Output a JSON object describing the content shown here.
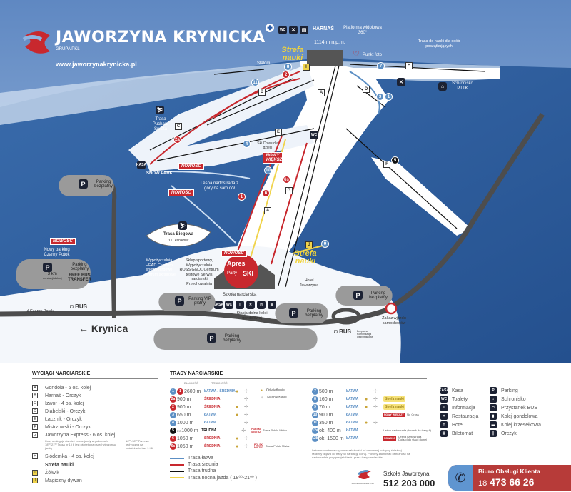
{
  "brand": {
    "title": "JAWORZYNA KRYNICKA",
    "subtitle": "GRUPA PKL",
    "url": "www.jaworzynakrynicka.pl"
  },
  "colors": {
    "sky": "#6f95c9",
    "forest": "#2f5f9e",
    "snow": "#ffffff",
    "trail_easy": "#5c8fc4",
    "trail_medium": "#c8282e",
    "trail_hard": "#111111",
    "trail_night": "#f0d34a",
    "accent_red": "#c8282e",
    "dark_icon": "#1c2233"
  },
  "map": {
    "summit": {
      "altitude": "1114 m n.p.m.",
      "platform": "Platforma widokowa 360°",
      "harnas_logo": "HARNAŚ",
      "photo_point": "Punkt foto"
    },
    "top_icons": [
      "WC",
      "restaurant-icon",
      "ticket-machine-icon"
    ],
    "labels": {
      "slalom": "Slalom",
      "learn_trail": "Trasa do nauki dla osób początkujących",
      "shelter": "Schronisko PTTK",
      "world_cup": "Trasa Pucharu Świata",
      "snow_park": "SNOW PARK",
      "ski_cross": "Ski Cross dla dzieci",
      "forest_trail": "Leśna nartostrada z góry na sam dół",
      "xc_trail": "Trasa Biegowa",
      "xc_trail_name": "\"U Leśników\"",
      "rental_left": "Wypożyczalnia HEAD Centrum snowboardowe Centrum skiturowe",
      "shop": "Sklep sportowy, Wypożyczalnia ROSSIGNOL Centrum testowe Serwis narciarski Przechowalnia",
      "apres": "Apres",
      "apres_party": "Party",
      "apres_ski": "SKI",
      "ski_school": "Szkoła narciarska",
      "hotel": "Hotel Jaworzyna",
      "lower_station": "Stacja dolna kolei gondolowej",
      "new_parking": "Nowy parking Czarny Potok",
      "street": "ul.Czarny Potok",
      "town": "Krynica",
      "no_cars": "Zakaz wjazdu samochodów",
      "bus": "BUS",
      "bus_sub": "Bezpłatna Komunikacja Uzdrowiskowa",
      "strefa": "Strefa nauki",
      "new": "NOWOŚĆ",
      "new_bigger": "NOWY WIĘKSZY",
      "free_bus_km": "3 km",
      "free_bus_sub": "do stacji dolnej",
      "free_bus": "FREE BUS TRANSFER"
    },
    "parkings": {
      "free": "Parking bezpłatny",
      "vip": "Parking VIP płatny"
    },
    "station_icons": [
      "KASA",
      "WC",
      "i",
      "✕",
      "H",
      "▤"
    ]
  },
  "legend": {
    "lifts_title": "WYCIĄGI NARCIARSKIE",
    "lifts": [
      {
        "key": "A",
        "name": "Gondola - 6 os. kolej"
      },
      {
        "key": "B",
        "name": "Harnaś - Orczyk"
      },
      {
        "key": "C",
        "name": "Izwór - 4 os. kolej"
      },
      {
        "key": "D",
        "name": "Diabelski - Orczyk"
      },
      {
        "key": "E",
        "name": "Łacznik - Orczyk"
      },
      {
        "key": "F",
        "name": "Mistrzowski - Orczyk"
      },
      {
        "key": "G",
        "name": "Jaworzyna Express - 6 os. kolej"
      },
      {
        "key": "H",
        "name": "Siódemka - 4 os. kolej"
      }
    ],
    "lift_note": "Kolej obsługuje również nocne jazdy w godzinach 18⁰⁰-21⁰⁰ Trasa nr 1 i 6 jest oświetlona przed wieczorną jazdą",
    "lift_note2": "16⁰⁰-18⁰⁰ Przerwa techniczna na naśnieżanie tras 1 i 6",
    "learning_title": "Strefa nauki",
    "learning": [
      {
        "key": "I",
        "name": "Żółwik"
      },
      {
        "key": "J",
        "name": "Magiczny dywan"
      }
    ],
    "trails_title": "TRASY NARCIARSKIE",
    "col_length": "DŁUGOŚĆ",
    "col_difficulty": "TRUDNOŚĆ",
    "lit_label": "Oświetlenie",
    "snow_label": "Naśnieżanie",
    "trails_left": [
      {
        "no": "1",
        "no2": "1",
        "len": "2600 m",
        "diff": "ŁATWA / ŚREDNIA",
        "color": "#5c8fc4",
        "lit": true,
        "snow": true
      },
      {
        "no": "2a",
        "len": "900 m",
        "diff": "ŚREDNIA",
        "color": "#c8282e",
        "lit": false,
        "snow": true
      },
      {
        "no": "2",
        "len": "900 m",
        "diff": "ŚREDNIA",
        "color": "#c8282e",
        "lit": true,
        "snow": true
      },
      {
        "no": "3",
        "len": "650 m",
        "diff": "ŁATWA",
        "color": "#5c8fc4",
        "lit": true,
        "snow": true
      },
      {
        "no": "4",
        "len": "1000 m",
        "diff": "ŁATWA",
        "color": "#5c8fc4",
        "lit": false,
        "snow": true
      },
      {
        "no": "5",
        "fis": "FIS",
        "len": "1000 m",
        "diff": "TRUDNA",
        "color": "#111111",
        "lit": false,
        "snow": true,
        "note": "Trasa Polski Mistrz"
      },
      {
        "no": "6",
        "len": "1050 m",
        "diff": "ŚREDNIA",
        "color": "#c8282e",
        "lit": true,
        "snow": true
      },
      {
        "no": "6s",
        "len": "1050 m",
        "diff": "ŚREDNIA",
        "color": "#c8282e",
        "lit": true,
        "snow": true,
        "note": "Trasa Polski Mistrz"
      }
    ],
    "trails_right": [
      {
        "no": "7",
        "len": "500 m",
        "diff": "ŁATWA",
        "lit": false,
        "snow": true
      },
      {
        "no": "8",
        "len": "160 m",
        "diff": "ŁATWA",
        "lit": true,
        "snow": true,
        "tag": "Strefa nauki"
      },
      {
        "no": "9",
        "len": "70 m",
        "diff": "ŁATWA",
        "lit": true,
        "snow": true,
        "tag": "Strefa nauki"
      },
      {
        "no": "10",
        "len": "900 m",
        "diff": "ŁATWA",
        "lit": false,
        "snow": false,
        "badge": "NOWY WIĘKSZY",
        "note": "Ski Cross"
      },
      {
        "no": "11",
        "len": "350 m",
        "diff": "ŁATWA",
        "lit": true,
        "snow": true
      },
      {
        "no": "12a",
        "len": "ok. 400 m",
        "diff": "ŁATWA",
        "lit": false,
        "snow": false,
        "note": "Leśna nartostrada (łącznik do trasy 4)"
      },
      {
        "no": "12b",
        "len": "ok. 1500 m",
        "diff": "ŁATWA",
        "lit": false,
        "snow": false,
        "badge": "NOWOŚĆ",
        "note": "Leśna nartostrada Dojazd do stacji dolnej"
      }
    ],
    "polski_mistrz_logo": "POLSKI MISTRZ",
    "forest_note": "Leśna nartostrada czynna w zależności od naturalnej pokrywy śnieżnej. Możliwy dojazd do trasy 4 i na stację dolną. Prosimy zachować ostrożność na nartostradzie przy przejeżdżaniu przez trasy narciarskie.",
    "line_types": [
      {
        "label": "Trasa łatwa",
        "color": "#5c8fc4"
      },
      {
        "label": "Trasa średnia",
        "color": "#c8282e"
      },
      {
        "label": "Trasa trudna",
        "color": "#111111"
      },
      {
        "label": "Trasa nocna jazda ( 18⁰⁰-21⁰⁰ )",
        "color": "#f0d34a"
      }
    ],
    "facilities_left": [
      {
        "icon": "KASA",
        "label": "Kasa"
      },
      {
        "icon": "WC",
        "label": "Toalety"
      },
      {
        "icon": "i",
        "label": "Informacja"
      },
      {
        "icon": "✕",
        "label": "Restauracja"
      },
      {
        "icon": "H",
        "label": "Hotel"
      },
      {
        "icon": "▤",
        "label": "Biletomat"
      }
    ],
    "facilities_right": [
      {
        "icon": "P",
        "label": "Parking"
      },
      {
        "icon": "⌂",
        "label": "Schronisko"
      },
      {
        "icon": "◘",
        "label": "Przystanek BUS"
      },
      {
        "icon": "▮",
        "label": "Kolej gondolowa"
      },
      {
        "icon": "▬",
        "label": "Kolej krzesełkowa"
      },
      {
        "icon": "┃",
        "label": "Orczyk"
      }
    ]
  },
  "contact": {
    "school_name": "Szkoła Jaworzyna",
    "school_phone": "512 203 000",
    "school_logo": "SZKOŁA JAWORZYNA",
    "office_title": "Biuro Obsługi Klienta",
    "office_prefix": "18",
    "office_phone": "473 66 26"
  }
}
